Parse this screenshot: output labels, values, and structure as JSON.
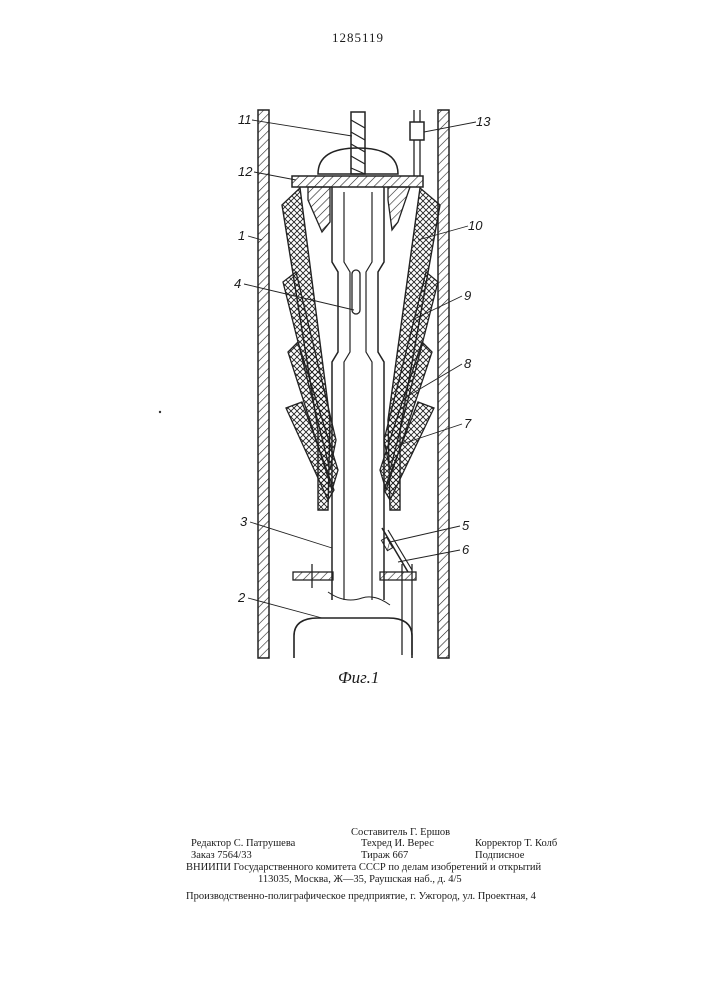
{
  "header": {
    "patent_number": "1285119"
  },
  "figure": {
    "caption": "Фиг.1",
    "labels": [
      "1",
      "2",
      "3",
      "4",
      "5",
      "6",
      "7",
      "8",
      "9",
      "10",
      "11",
      "12",
      "13"
    ]
  },
  "footer": {
    "compiler": "Составитель Г. Ершов",
    "editor": "Редактор С. Патрушева",
    "techred": "Техред И. Верес",
    "corrector": "Корректор Т. Колб",
    "order": "Заказ 7564/33",
    "circulation": "Тираж 667",
    "subscription": "Подписное",
    "institute": "ВНИИПИ Государственного комитета СССР по делам изобретений и открытий",
    "address": "113035, Москва, Ж—35, Раушская наб., д. 4/5",
    "printer": "Производственно-полиграфическое предприятие, г. Ужгород, ул. Проектная, 4"
  }
}
